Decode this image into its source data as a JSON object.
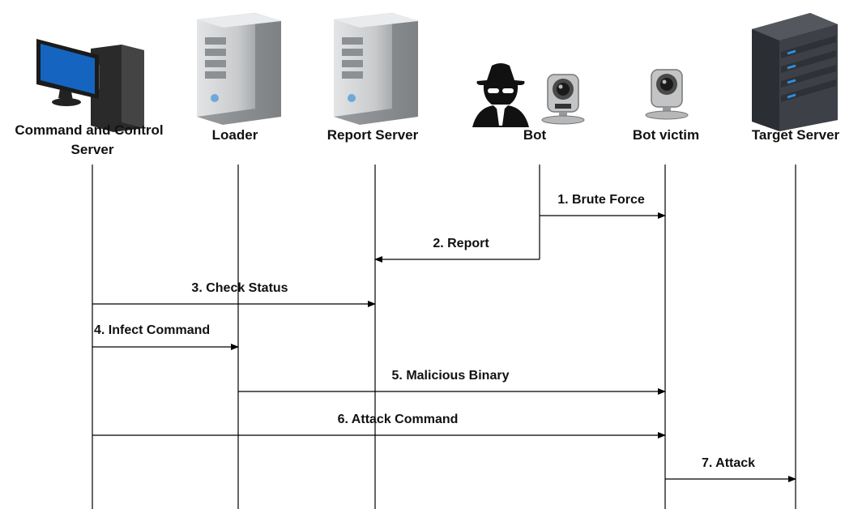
{
  "actors": [
    {
      "id": "cnc",
      "label_lines": [
        "Command and Control",
        "Server"
      ],
      "icon": "desktop-computer-icon"
    },
    {
      "id": "loader",
      "label_lines": [
        "Loader"
      ],
      "icon": "tower-server-icon"
    },
    {
      "id": "report",
      "label_lines": [
        "Report Server"
      ],
      "icon": "tower-server-icon"
    },
    {
      "id": "bot",
      "label_lines": [
        "Bot"
      ],
      "icon": "hacker-with-ip-camera-icon"
    },
    {
      "id": "victim",
      "label_lines": [
        "Bot victim"
      ],
      "icon": "ip-camera-icon"
    },
    {
      "id": "target",
      "label_lines": [
        "Target Server"
      ],
      "icon": "rack-server-icon"
    }
  ],
  "messages": [
    {
      "label": "1. Brute Force",
      "from": "bot",
      "to": "victim"
    },
    {
      "label": "2. Report",
      "from": "bot",
      "to": "report"
    },
    {
      "label": "3. Check Status",
      "from": "cnc",
      "to": "report"
    },
    {
      "label": "4. Infect Command",
      "from": "cnc",
      "to": "loader"
    },
    {
      "label": "5. Malicious Binary",
      "from": "loader",
      "to": "victim"
    },
    {
      "label": "6. Attack Command",
      "from": "cnc",
      "to": "victim"
    },
    {
      "label": "7. Attack",
      "from": "victim",
      "to": "target"
    }
  ],
  "colors": {
    "line": "#000000",
    "monitor_screen": "#1565c0",
    "server_gray": "#c4c6c8",
    "rack_dark": "#3a3d42",
    "rack_led": "#2f8fe0",
    "hacker": "#111111"
  }
}
